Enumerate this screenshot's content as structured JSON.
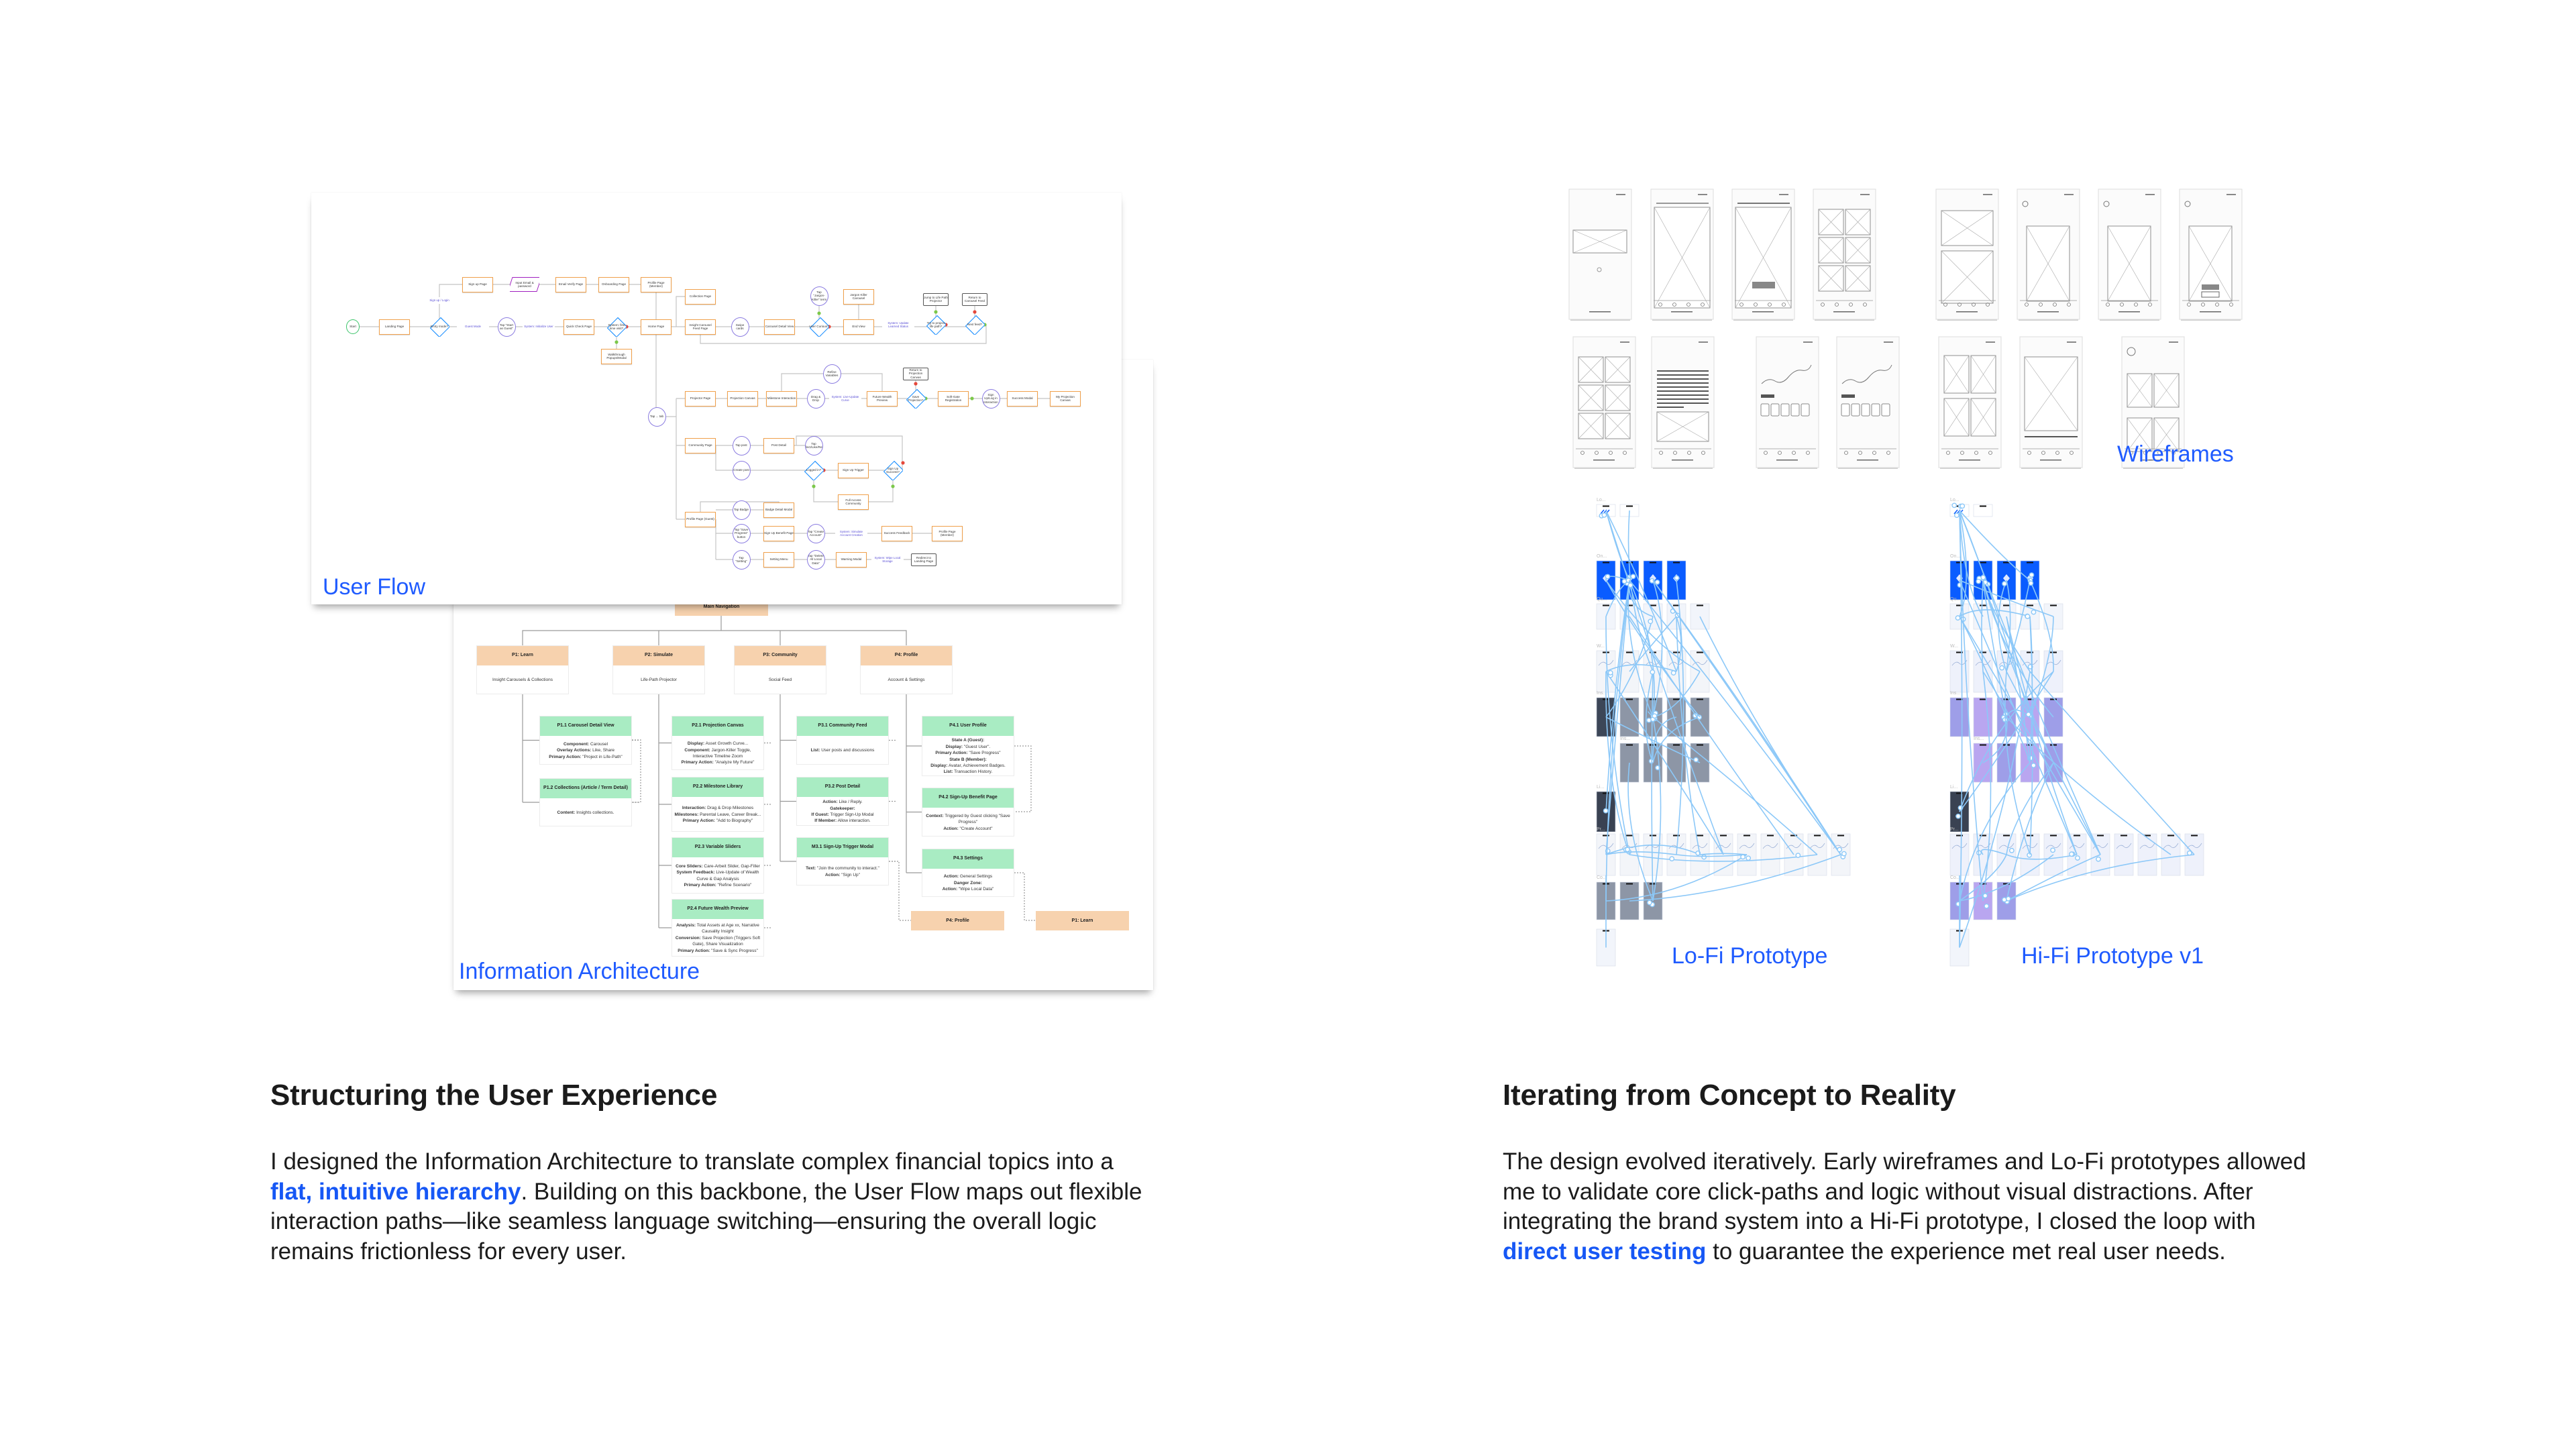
{
  "user_flow": {
    "label": "User Flow",
    "nodes": [
      "Start",
      "Landing Page",
      "Entry mode?",
      "Sign up Page",
      "Input Email & password",
      "Email Verify Page",
      "Onboarding Page",
      "Profile Page (Member)",
      "Tap \"Start as Guest\"",
      "Quick Check Page",
      "System: first time visit?",
      "Walkthrough Popups/Modal",
      "Home Page",
      "Collection Page",
      "Insight Carousel Feed Page",
      "Swipe cards",
      "Carousel Detail View",
      "Tap \"Jargon-Killer\" term",
      "Jargon Killer Carousel",
      "User Curious?",
      "End View",
      "Try to project life path?",
      "Jump to Life Path Projector",
      "Next feed?",
      "Return to Carousel Feed",
      "Tap ... tab",
      "Projector Page",
      "Projection Canvas",
      "Milestone Interaction",
      "Drag & Drop",
      "Refine Variables",
      "Future Wealth Preview",
      "Save Projection?",
      "Return to Projection Canvas",
      "Soft-Gate Registration",
      "Sign Up/Log in Interaction",
      "Success Modal",
      "My Projection Canvas",
      "Community Page",
      "Tap post",
      "Post Detail",
      "Tap Collect/Like/Reply",
      "Create post",
      "Logged in?",
      "Sign Up Trigger",
      "Sign Up Success?",
      "Full Access Community",
      "Profile Page (Guest)",
      "Tap Badge",
      "Badge Detail Modal",
      "Tap \"Save Progress\" button",
      "Sign Up Benefit Page",
      "Tap \"Create Account\"",
      "Success Feedback",
      "Profile Page (Member)",
      "Tap \"Setting\"",
      "Setting Menu",
      "Tap \"Delete All Local Data\"",
      "Warning Modal",
      "Redirect to Landing Page",
      "Sign up / Login",
      "Guest Mode",
      "System: Initialize User",
      "System: Update Learned Status",
      "System: Live-Update Curve",
      "System: Simulate Account Creation",
      "System: Wipe Local Storage"
    ]
  },
  "information_architecture": {
    "label": "Information Architecture",
    "root": "Main Navigation",
    "sections": [
      {
        "title": "P1: Learn",
        "subtitle": "Insight Carousels & Collections",
        "children": [
          {
            "title": "P1.1 Carousel Detail View",
            "lines": [
              "Component: Carousel",
              "Overlay Actions: Like, Share",
              "Primary Action: \"Project in Life-Path\""
            ]
          },
          {
            "title": "P1.2 Collections (Article / Term Detail)",
            "lines": [
              "Content: Insights collections."
            ]
          }
        ]
      },
      {
        "title": "P2: Simulate",
        "subtitle": "Life-Path Projector",
        "children": [
          {
            "title": "P2.1 Projection Canvas",
            "lines": [
              "Display: Asset Growth Curve...",
              "Component: Jargon-Killer Toggle, Interactive Timeline Zoom",
              "Primary Action: \"Analyze My Future\""
            ]
          },
          {
            "title": "P2.2 Milestone Library",
            "lines": [
              "Interaction: Drag & Drop Milestones",
              "Milestones: Parental Leave, Career Break...",
              "Primary Action: \"Add to Biography\""
            ]
          },
          {
            "title": "P2.3 Variable Sliders",
            "lines": [
              "Core Sliders: Care-Arbeit Slider, Gap-Filler",
              "System Feedback: Live-Update of Wealth Curve & Gap Analysis",
              "Primary Action: \"Refine Scenario\""
            ]
          },
          {
            "title": "P2.4 Future Wealth Preview",
            "lines": [
              "Analysis: Total Assets at Age xx, Narrative Causality Insight",
              "Conversion: Save Projection (Triggers Soft Gate), Share Visualization",
              "Primary Action: \"Save & Sync Progress\""
            ]
          }
        ]
      },
      {
        "title": "P3: Community",
        "subtitle": "Social Feed",
        "children": [
          {
            "title": "P3.1 Community Feed",
            "lines": [
              "List: User posts and discussions"
            ]
          },
          {
            "title": "P3.2 Post Detail",
            "lines": [
              "Action: Like / Reply.",
              "Gatekeeper:",
              "If Guest: Trigger Sign-Up Modal",
              "If Member: Allow interaction."
            ]
          },
          {
            "title": "M3.1 Sign-Up Trigger Modal",
            "lines": [
              "Text: \"Join the community to interact.\"",
              "Action: \"Sign Up\""
            ]
          }
        ]
      },
      {
        "title": "P4: Profile",
        "subtitle": "Account & Settings",
        "children": [
          {
            "title": "P4.1 User Profile",
            "lines": [
              "State A (Guest):",
              "Display: \"Guest User\".",
              "Primary Action: \"Save Progress\"",
              "State B (Member):",
              "Display: Avatar, Achievement Badges.",
              "List: Transaction History."
            ]
          },
          {
            "title": "P4.2 Sign-Up Benefit Page",
            "lines": [
              "Context: Triggered by Guest clicking \"Save Progress\"",
              "Action: \"Create Account\""
            ]
          },
          {
            "title": "P4.3 Settings",
            "lines": [
              "Action: General Settings",
              "Danger Zone:",
              "Action: \"Wipe Local Data\""
            ]
          }
        ]
      }
    ],
    "endpoints": [
      "P4: Profile",
      "P1: Learn"
    ]
  },
  "wireframes": {
    "label": "Wireframes"
  },
  "lofi_prototype": {
    "label": "Lo-Fi Prototype",
    "frame_labels": [
      "Lo...",
      "On...",
      "Qu...",
      "W...",
      "Ins...",
      "Ins...",
      "Li...",
      "Pr...",
      "Co..."
    ]
  },
  "hifi_prototype": {
    "label": "Hi-Fi Prototype v1"
  },
  "left_section": {
    "heading": "Structuring the User Experience",
    "lines": [
      [
        {
          "text": "I designed the Information Architecture to translate complex financial topics into a"
        }
      ],
      [
        {
          "text": "flat, intuitive hierarchy",
          "link": true
        },
        {
          "text": ". Building on this backbone, the User Flow maps out flexible"
        }
      ],
      [
        {
          "text": "interaction paths—like seamless language switching—ensuring the overall logic"
        }
      ],
      [
        {
          "text": "remains frictionless for every user."
        }
      ]
    ]
  },
  "right_section": {
    "heading": "Iterating from Concept to Reality",
    "lines": [
      [
        {
          "text": "The design evolved iteratively. Early wireframes and Lo-Fi prototypes allowed"
        }
      ],
      [
        {
          "text": "me to validate core click-paths and logic without visual distractions. After"
        }
      ],
      [
        {
          "text": "integrating the brand system into a Hi-Fi prototype, I closed the loop with"
        }
      ],
      [
        {
          "text": "direct user testing",
          "link": true
        },
        {
          "text": " to guarantee the experience met real user needs."
        }
      ]
    ]
  },
  "colors": {
    "accent_blue": "#1f5bff",
    "link_blue": "#1657f5",
    "ia_section": "#f7d2ae",
    "ia_page": "#a9ecc3",
    "flow_page": "#f0a04b",
    "flow_decision": "#1e90ff",
    "prototype_link": "#8cc8f8",
    "prototype_brand": "#0a5cff"
  }
}
